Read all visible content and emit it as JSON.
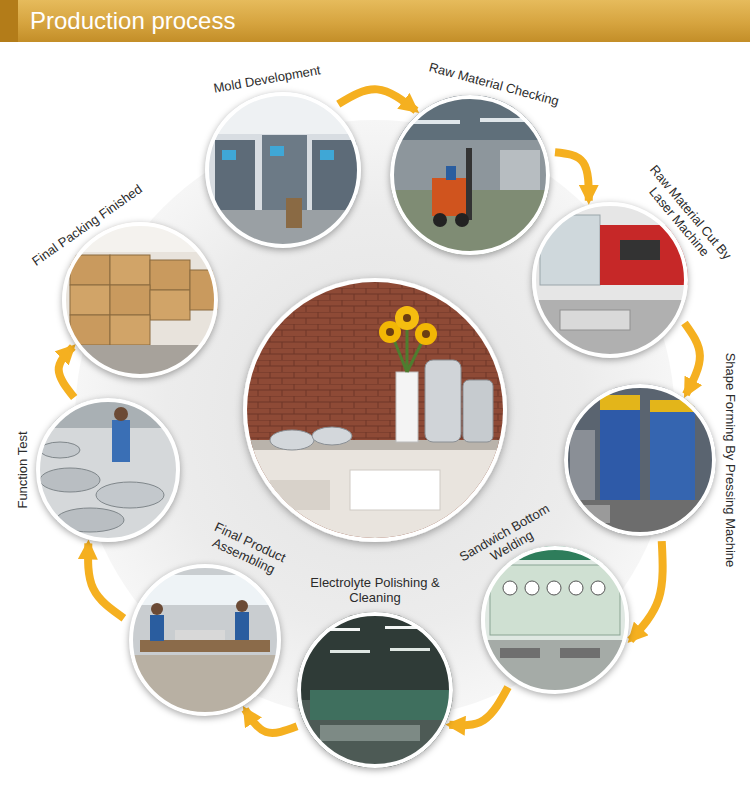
{
  "diagram": {
    "title": "Production process",
    "nodes": [
      {
        "text": [
          "Mold Development"
        ]
      },
      {
        "text": [
          "Raw Material Checking"
        ]
      },
      {
        "text": [
          "Raw Material Cut By Laser Machine"
        ]
      },
      {
        "text": [
          "Shape Forming By Pressing Machine"
        ]
      },
      {
        "text": [
          "Sandwich Bottom Welding"
        ]
      },
      {
        "text": [
          "Electrolyte Polishing & Cleaning"
        ]
      },
      {
        "text": [
          "Final Product Assembling"
        ]
      },
      {
        "text": [
          "Function Test"
        ]
      },
      {
        "text": [
          "Final Packing Finished"
        ]
      }
    ],
    "edges": [
      {
        "from": 0,
        "to": 1,
        "arrow": "to"
      },
      {
        "from": 1,
        "to": 2,
        "arrow": "to"
      },
      {
        "from": 2,
        "to": 3,
        "arrow": "to"
      },
      {
        "from": 3,
        "to": 4,
        "arrow": "to"
      },
      {
        "from": 4,
        "to": 5,
        "arrow": "to"
      },
      {
        "from": 5,
        "to": 6,
        "arrow": "to"
      },
      {
        "from": 6,
        "to": 7,
        "arrow": "to"
      },
      {
        "from": 7,
        "to": 8,
        "arrow": "to"
      }
    ]
  }
}
